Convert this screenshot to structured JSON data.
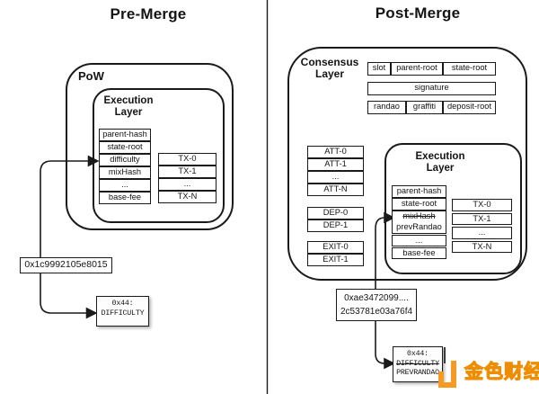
{
  "pre_merge": {
    "title": "Pre-Merge",
    "pow_label": "PoW",
    "execution_layer_label": "Execution Layer",
    "header_fields": [
      "parent-hash",
      "state-root",
      "difficulty",
      "mixHash",
      "...",
      "base-fee"
    ],
    "transactions": [
      "TX-0",
      "TX-1",
      "...",
      "TX-N"
    ],
    "difficulty_value": "0x1c9992105e8015",
    "storage_slot": {
      "slot": "0x44:",
      "name": "DIFFICULTY"
    }
  },
  "post_merge": {
    "title": "Post-Merge",
    "consensus_layer_label": "Consensus Layer",
    "beacon_fields_row1": [
      "slot",
      "parent-root",
      "state-root"
    ],
    "signature_label": "signature",
    "beacon_fields_row2": [
      "randao",
      "graffiti",
      "deposit-root"
    ],
    "attestations": [
      "ATT-0",
      "ATT-1",
      "...",
      "ATT-N"
    ],
    "deposits": [
      "DEP-0",
      "DEP-1"
    ],
    "exits": [
      "EXIT-0",
      "EXIT-1"
    ],
    "execution_layer_label": "Execution Layer",
    "header_fields_top": [
      "parent-hash",
      "state-root"
    ],
    "mixhash_deprecated": "mixHash",
    "prevrandao_label": "prevRandao",
    "header_fields_bottom": [
      "...",
      "base-fee"
    ],
    "transactions": [
      "TX-0",
      "TX-1",
      "...",
      "TX-N"
    ],
    "randao_value_line1": "0xae3472099....",
    "randao_value_line2": "2c53781e03a76f4",
    "storage_slot": {
      "slot": "0x44:",
      "old_name": "DIFFICULTY",
      "new_name": "PREVRANDAO"
    }
  },
  "watermark": {
    "brand": "金色财经"
  },
  "colors": {
    "line": "#1a1a1a",
    "brand_orange": "#f59b24"
  }
}
